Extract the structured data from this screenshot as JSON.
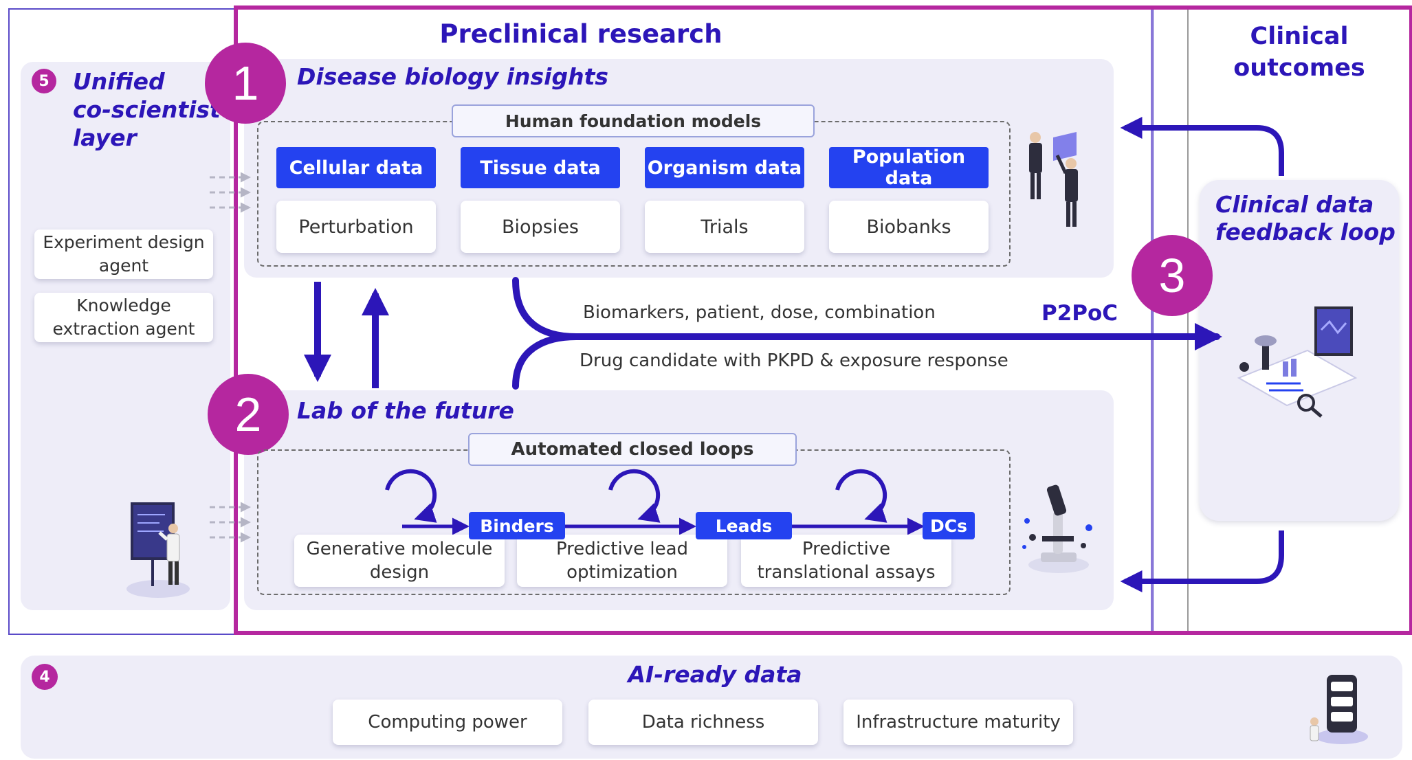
{
  "sections": {
    "preclinical_title": "Preclinical research",
    "clinical_title": "Clinical\noutcomes"
  },
  "unified_layer": {
    "number": "5",
    "title": "Unified\nco-scientist\nlayer",
    "agents": [
      "Experiment design\nagent",
      "Knowledge\nextraction agent"
    ]
  },
  "disease_biology": {
    "number": "1",
    "title": "Disease biology insights",
    "header": "Human foundation models",
    "data_types": [
      "Cellular data",
      "Tissue data",
      "Organism data",
      "Population data"
    ],
    "sources": [
      "Perturbation",
      "Biopsies",
      "Trials",
      "Biobanks"
    ]
  },
  "lab_future": {
    "number": "2",
    "title": "Lab of the future",
    "header": "Automated closed loops",
    "steps": [
      "Generative molecule\ndesign",
      "Predictive lead\noptimization",
      "Predictive\ntranslational assays"
    ],
    "outputs": [
      "Binders",
      "Leads",
      "DCs"
    ]
  },
  "flow": {
    "label_top": "Biomarkers, patient, dose, combination",
    "label_bottom": "Drug candidate with PKPD & exposure response",
    "p2poc": "P2PoC"
  },
  "clinical": {
    "number": "3",
    "loop_title": "Clinical data\nfeedback loop"
  },
  "ai_ready": {
    "number": "4",
    "title": "AI-ready data",
    "items": [
      "Computing power",
      "Data richness",
      "Infrastructure maturity"
    ]
  },
  "colors": {
    "navy_arrow": "#2c16b8",
    "magenta": "#b5279f",
    "pill_blue": "#2442f0",
    "panel": "#eeedf8"
  }
}
